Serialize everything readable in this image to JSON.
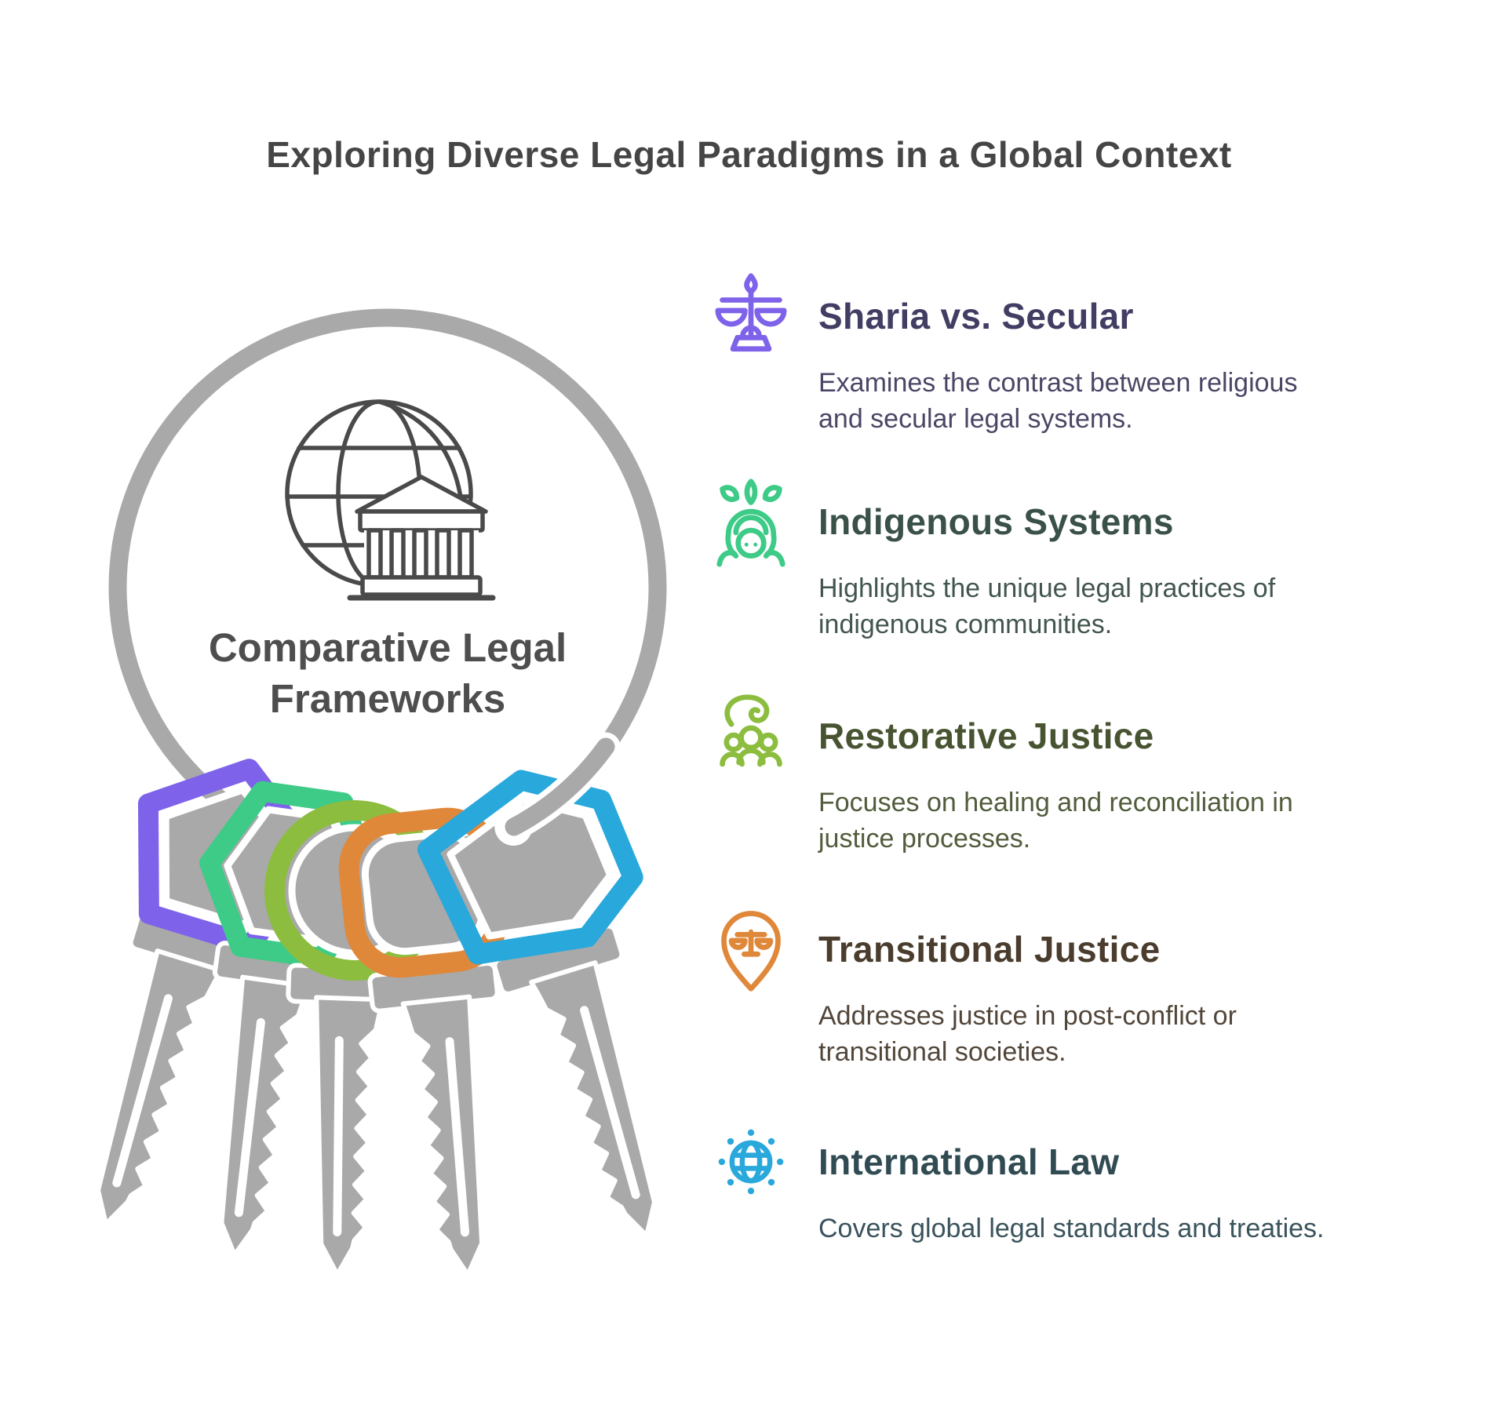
{
  "title": "Exploring Diverse Legal Paradigms in a Global Context",
  "center": {
    "icon": "globe-courthouse-icon",
    "label_lines": [
      "Comparative Legal",
      "Frameworks"
    ]
  },
  "colors": {
    "ring": "#a9a9a9",
    "keygray": "#a9a9a9",
    "line": "#4a4a4a",
    "purple": "#7e63ea",
    "emerald": "#3ecb87",
    "lime": "#8cbd3f",
    "orange": "#e0883a",
    "blue": "#29a8dc"
  },
  "sections": [
    {
      "name": "sharia-vs-secular",
      "icon": "balance-scale-icon",
      "accent": "#7e63ea",
      "title_color": "#413d63",
      "text_color": "#4a4665",
      "title": "Sharia vs. Secular",
      "description_lines": [
        "Examines the contrast between religious",
        "and secular legal systems."
      ]
    },
    {
      "name": "indigenous-systems",
      "icon": "indigenous-person-icon",
      "accent": "#3ecb87",
      "title_color": "#3a5148",
      "text_color": "#42564d",
      "title": "Indigenous Systems",
      "description_lines": [
        "Highlights the unique legal practices of",
        "indigenous communities."
      ]
    },
    {
      "name": "restorative-justice",
      "icon": "healing-hand-group-icon",
      "accent": "#8cbd3f",
      "title_color": "#485431",
      "text_color": "#515c3c",
      "title": "Restorative Justice",
      "description_lines": [
        "Focuses on healing and reconciliation in",
        "justice processes."
      ]
    },
    {
      "name": "transitional-justice",
      "icon": "scales-pin-icon",
      "accent": "#e0883a",
      "title_color": "#4a3d2e",
      "text_color": "#52463a",
      "title": "Transitional Justice",
      "description_lines": [
        "Addresses justice in post-conflict or",
        "transitional societies."
      ]
    },
    {
      "name": "international-law",
      "icon": "globe-network-icon",
      "accent": "#29a8dc",
      "title_color": "#314b53",
      "text_color": "#3a535c",
      "title": "International Law",
      "description_lines": [
        "Covers global legal standards and treaties."
      ]
    }
  ]
}
